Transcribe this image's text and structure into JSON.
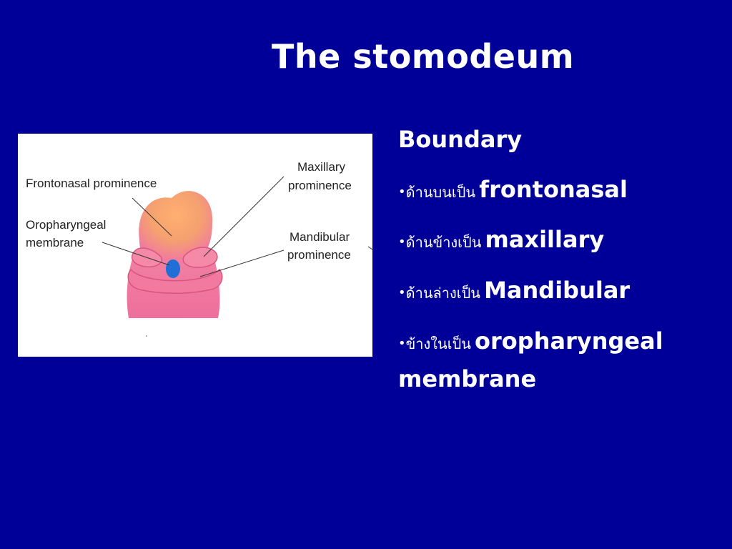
{
  "slide": {
    "title": "The stomodeum",
    "figure": {
      "labels": {
        "frontonasal": "Frontonasal prominence",
        "oro_line1": "Oropharyngeal",
        "oro_line2": "membrane",
        "maxillary_line1": "Maxillary",
        "maxillary_line2": "prominence",
        "mandibular_line1": "Mandibular",
        "mandibular_line2": "prominence"
      }
    },
    "boundary_heading": "Boundary",
    "bullet_glyph": "•",
    "bullets": [
      {
        "thai": "ด้านบนเป็น",
        "term": "frontonasal"
      },
      {
        "thai": "ด้านข้างเป็น",
        "term": "maxillary"
      },
      {
        "thai": "ด้านล่างเป็น",
        "term": "Mandibular"
      },
      {
        "thai": "ข้างในเป็น",
        "term": "oropharyngeal",
        "term_cont": "membrane"
      }
    ],
    "colors": {
      "background": "#000099",
      "text": "#ffffff",
      "embryo": "#f07aa0",
      "membrane": "#1f6fd6"
    }
  }
}
